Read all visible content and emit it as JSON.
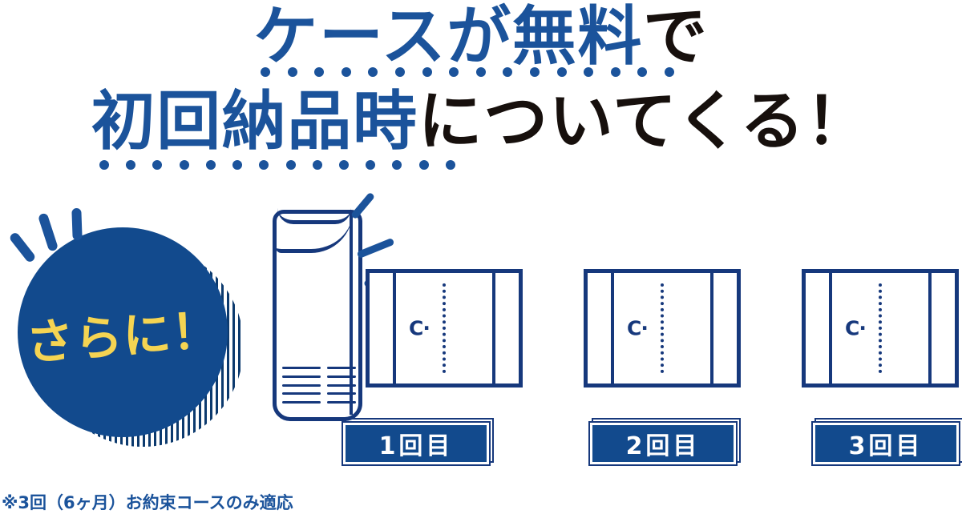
{
  "colors": {
    "brand_blue": "#1b539b",
    "deep_navy": "#16387c",
    "badge_navy": "#124a8d",
    "badge_shadow": "#0c3a6e",
    "accent_yellow": "#f5d452",
    "text_dark": "#17100d",
    "white": "#ffffff"
  },
  "headline": {
    "line1_highlight": "ケースが無料",
    "line1_tail": "で",
    "line2_highlight": "初回納品時",
    "line2_tail": "についてくる！",
    "line1_dot_count": 16,
    "line2_dot_count": 14
  },
  "badge": {
    "label": "さらに！",
    "spark_count": 3
  },
  "case": {
    "name": "lens-case-illustration",
    "sparkle_count": 3,
    "ridge_count": 5
  },
  "packages": [
    {
      "logo": "C·",
      "name": "lens-package-1"
    },
    {
      "logo": "C·",
      "name": "lens-package-2"
    },
    {
      "logo": "C·",
      "name": "lens-package-3"
    }
  ],
  "delivery_badges": [
    {
      "label": "1回目"
    },
    {
      "label": "2回目"
    },
    {
      "label": "3回目"
    }
  ],
  "footnote": {
    "text": "※3回（6ヶ月）お約束コースのみ適応"
  }
}
